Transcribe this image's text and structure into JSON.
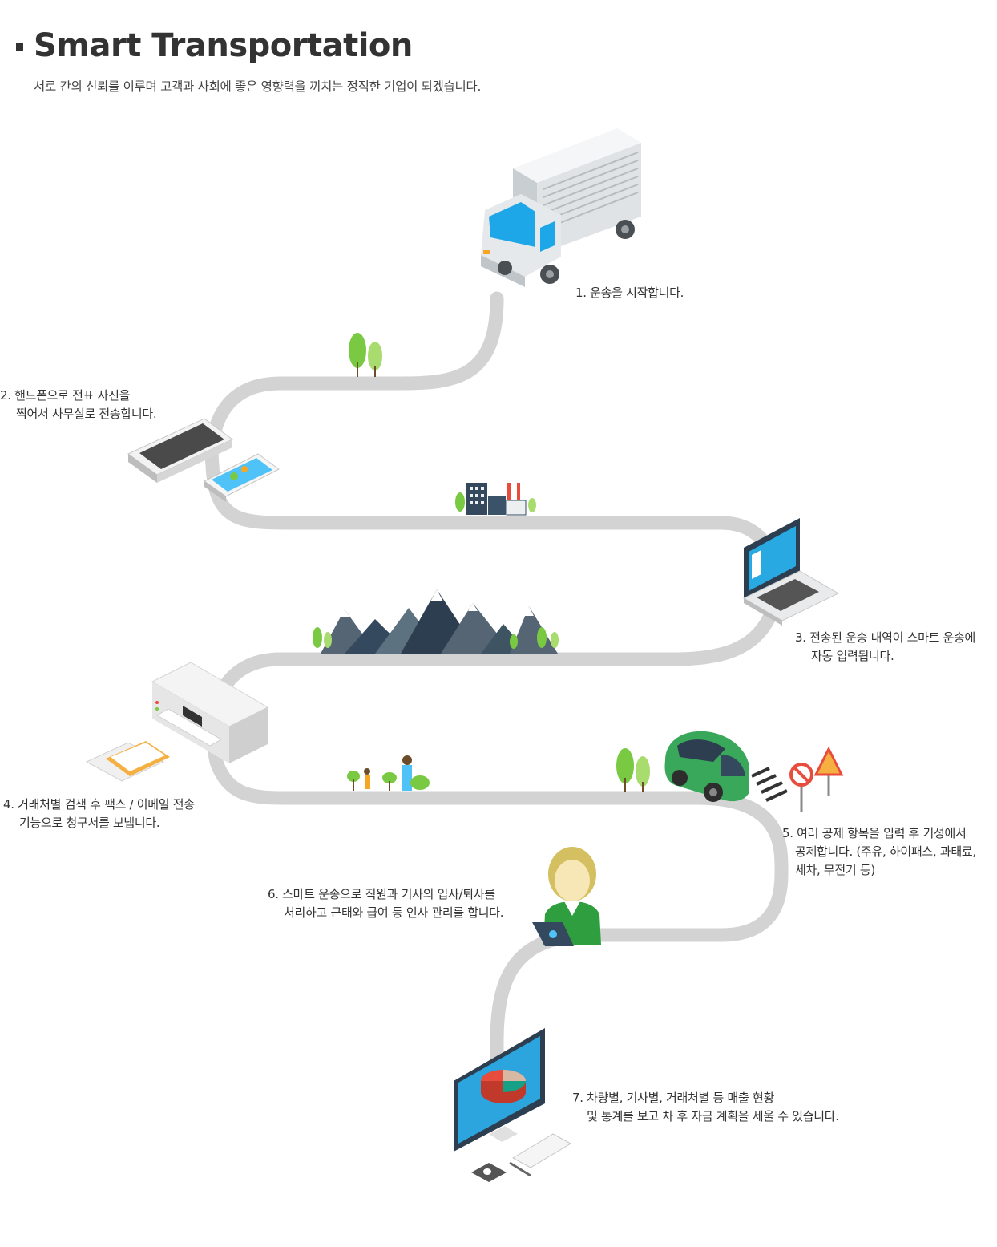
{
  "header": {
    "title": "Smart Transportation",
    "subtitle": "서로 간의 신뢰를 이루며 고객과 사회에 좋은 영향력을 끼치는 정직한 기업이 되겠습니다."
  },
  "steps": [
    {
      "line1": "1. 운송을 시작합니다.",
      "line2": ""
    },
    {
      "line1": "2. 핸드폰으로 전표 사진을",
      "line2": "찍어서 사무실로 전송합니다."
    },
    {
      "line1": "3. 전송된 운송 내역이 스마트 운송에",
      "line2": "자동 입력됩니다."
    },
    {
      "line1": "4. 거래처별 검색 후 팩스 / 이메일 전송",
      "line2": "기능으로 청구서를 보냅니다."
    },
    {
      "line1": "5. 여러 공제 항목을 입력 후 기성에서",
      "line2": "공제합니다. (주유, 하이패스, 과태료,",
      "line3": "세차, 무전기 등)"
    },
    {
      "line1": "6. 스마트 운송으로 직원과 기사의 입사/퇴사를",
      "line2": "처리하고 근태와 급여 등 인사 관리를 합니다."
    },
    {
      "line1": "7. 차량별, 기사별, 거래처별 등 매출 현황",
      "line2": "및 통계를 보고 차 후 자금 계획을 세울 수 있습니다."
    }
  ],
  "illustrations": [
    "truck-icon",
    "tablet-icon",
    "smartphone-icon",
    "laptop-icon",
    "fax-printer-icon",
    "green-car-icon",
    "employee-icon",
    "desktop-monitor-icon"
  ],
  "colors": {
    "road": "#d3d3d3",
    "text": "#333333",
    "tree-green": "#7ac943",
    "building": "#34495e",
    "mountain": "#566573"
  }
}
